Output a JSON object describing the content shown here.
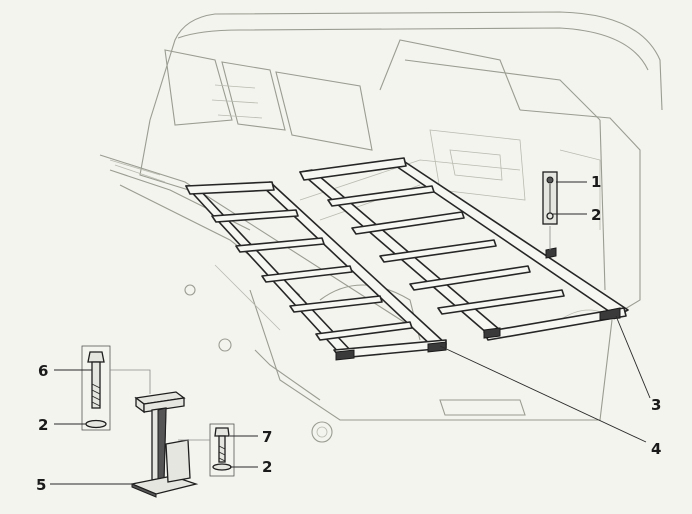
{
  "callouts": [
    {
      "id": "1",
      "label": "1"
    },
    {
      "id": "2a",
      "label": "2"
    },
    {
      "id": "3",
      "label": "3"
    },
    {
      "id": "4",
      "label": "4"
    },
    {
      "id": "6",
      "label": "6"
    },
    {
      "id": "2b",
      "label": "2"
    },
    {
      "id": "7",
      "label": "7"
    },
    {
      "id": "2c",
      "label": "2"
    },
    {
      "id": "5",
      "label": "5"
    }
  ]
}
